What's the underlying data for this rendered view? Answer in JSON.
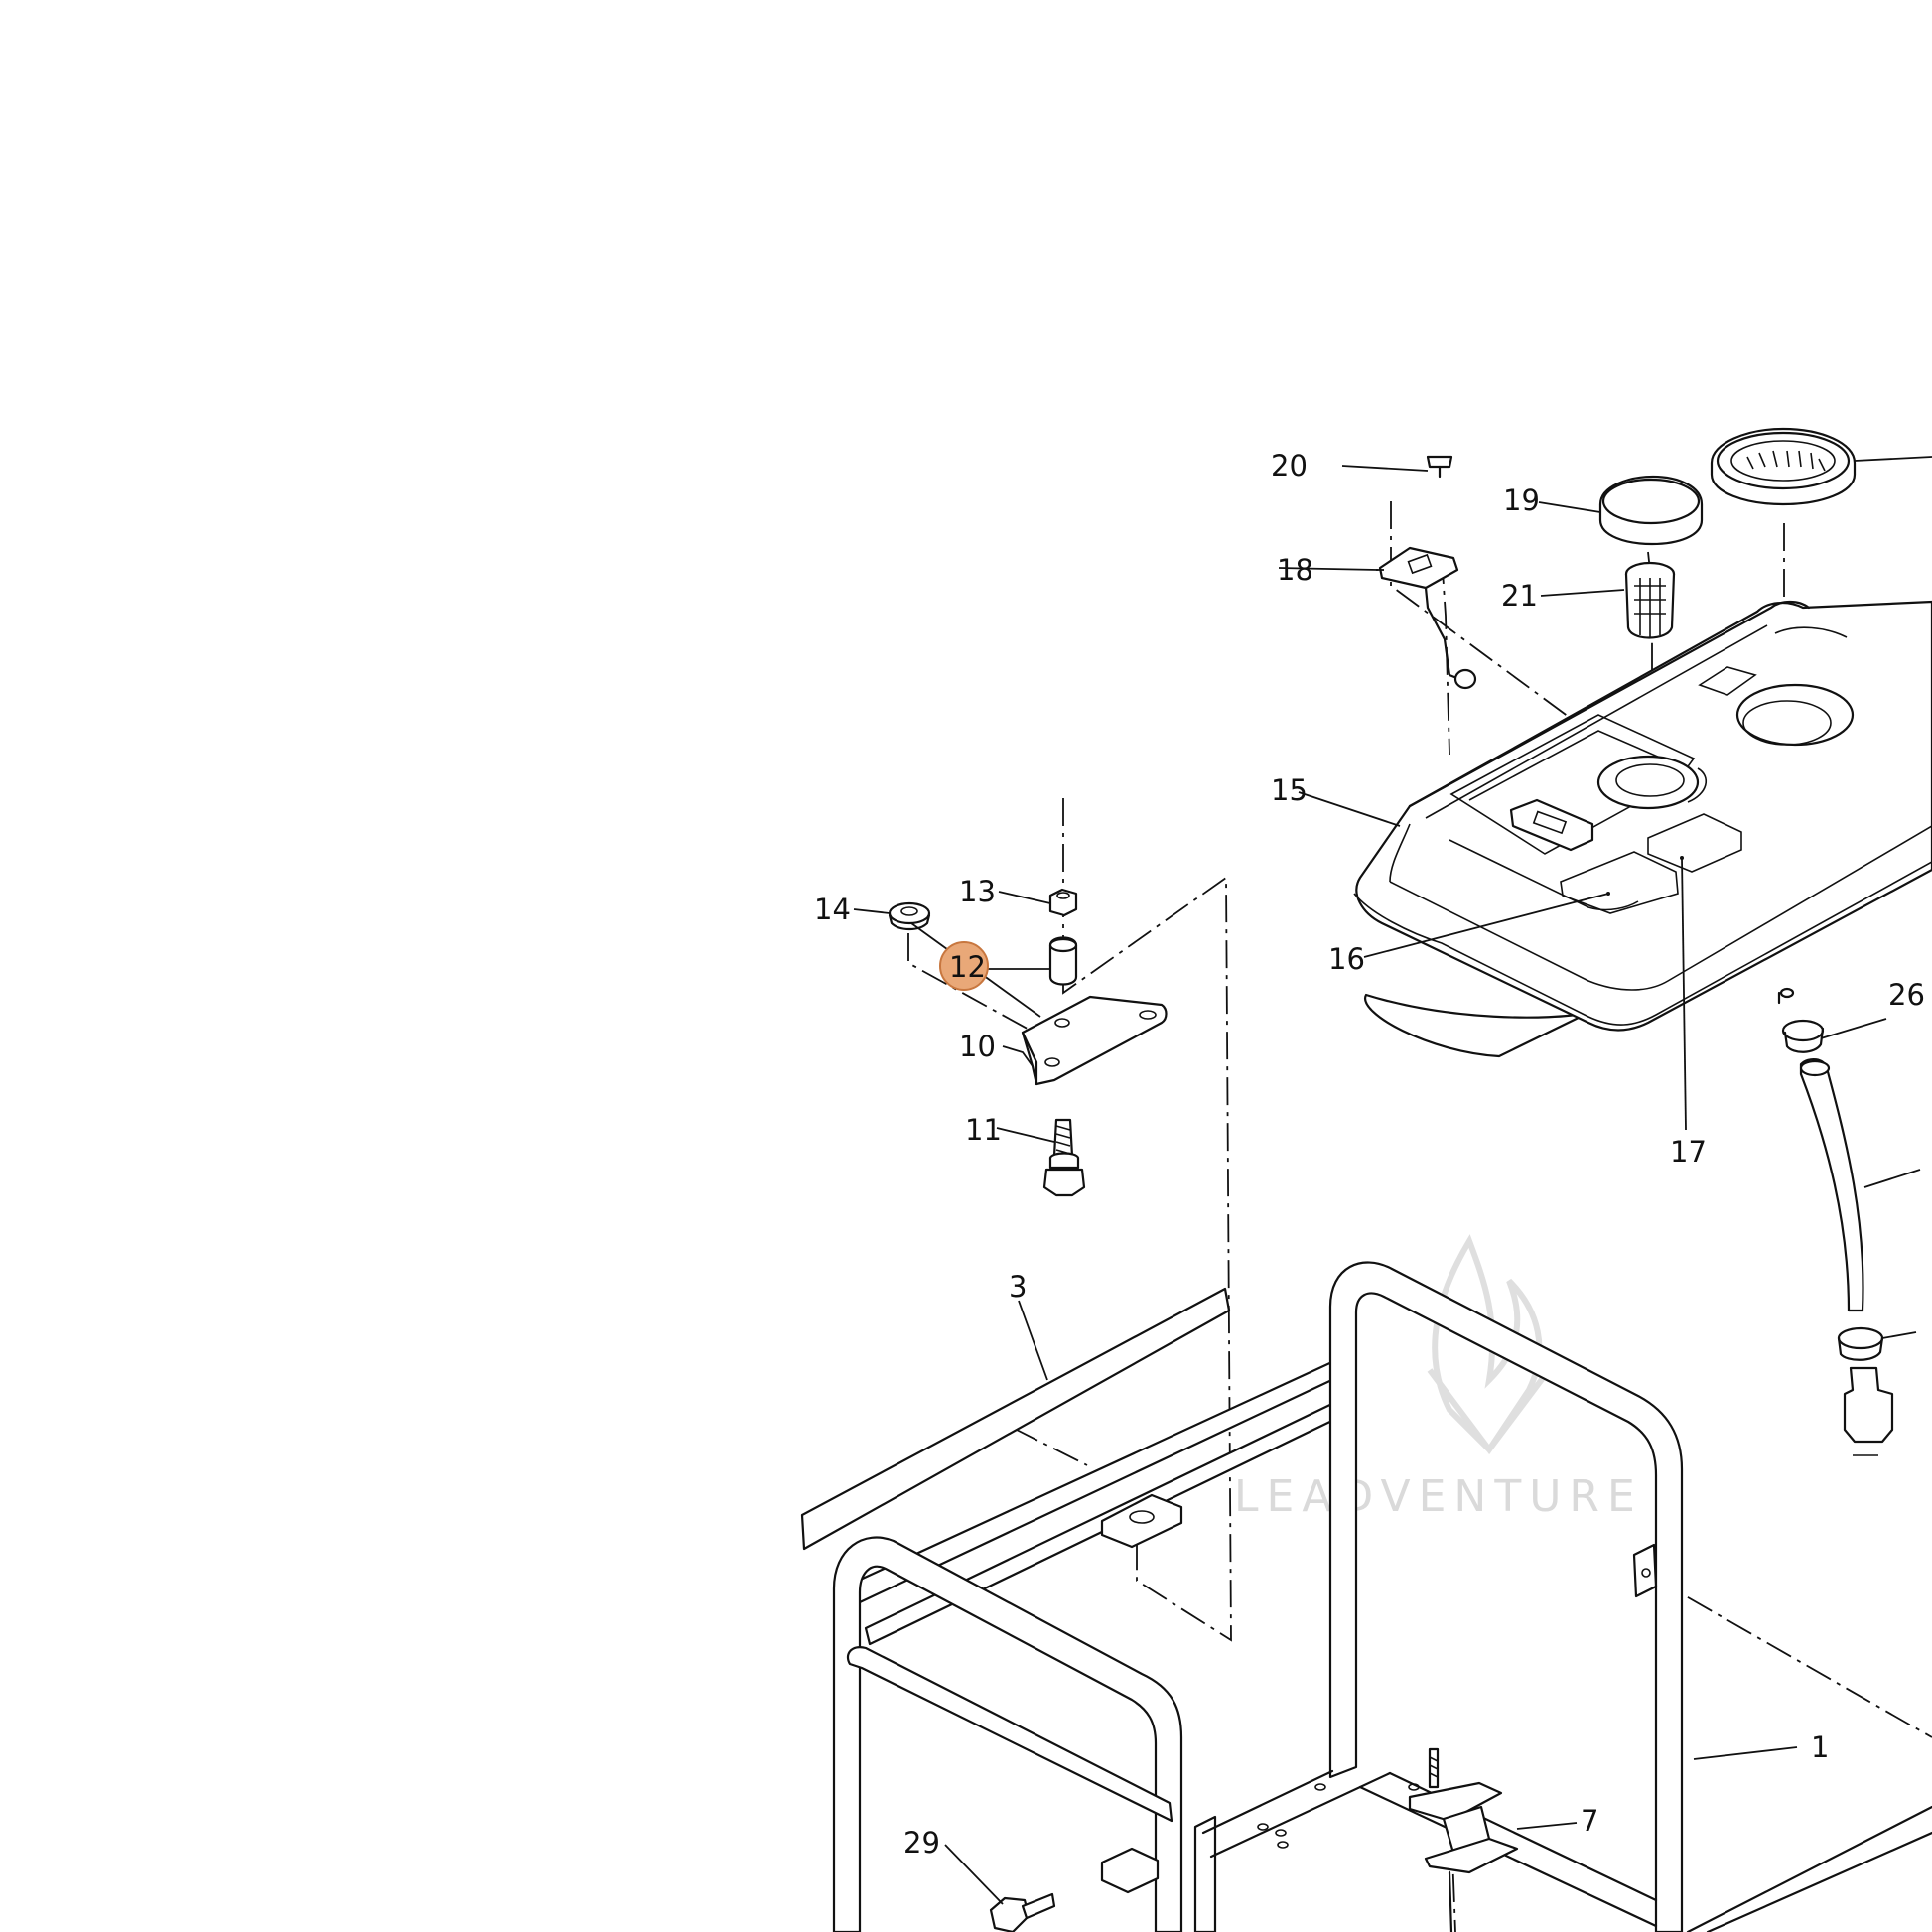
{
  "diagram": {
    "part_labels": {
      "p1": "1",
      "p3": "3",
      "p7": "7",
      "p10": "10",
      "p11": "11",
      "p12": "12",
      "p13": "13",
      "p14": "14",
      "p15": "15",
      "p16": "16",
      "p17": "17",
      "p18": "18",
      "p19": "19",
      "p20": "20",
      "p21": "21",
      "p26": "26",
      "p29": "29"
    },
    "highlighted_part": "12",
    "highlight_color": "#e9a878"
  },
  "watermark": {
    "text": "LEADVENTURE"
  }
}
